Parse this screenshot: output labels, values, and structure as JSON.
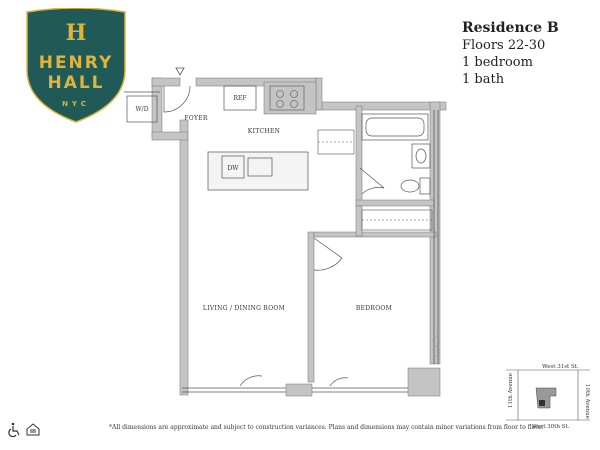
{
  "logo": {
    "initial": "H",
    "line1": "HENRY",
    "line2": "HALL",
    "line3": "NYC",
    "shield_color": "#1f5a56",
    "text_color": "#e0b33a"
  },
  "residence": {
    "title": "Residence B",
    "floors": "Floors 22-30",
    "bedrooms": "1 bedroom",
    "baths": "1 bath"
  },
  "labels": {
    "wd": "W/D",
    "ref": "REF",
    "foyer": "FOYER",
    "kitchen": "KITCHEN",
    "dw": "DW",
    "living": "LIVING / DINING ROOM",
    "bedroom": "BEDROOM"
  },
  "keymap": {
    "north_street": "West 31st St.",
    "south_street": "West 30th St.",
    "west_avenue": "11th Avenue",
    "east_avenue": "10th Avenue"
  },
  "disclaimer": "*All dimensions are approximate and subject to construction variances. Plans and dimensions may contain minor variations from floor to floor.",
  "colors": {
    "wall": "#c4c4c4",
    "line": "#555555"
  }
}
